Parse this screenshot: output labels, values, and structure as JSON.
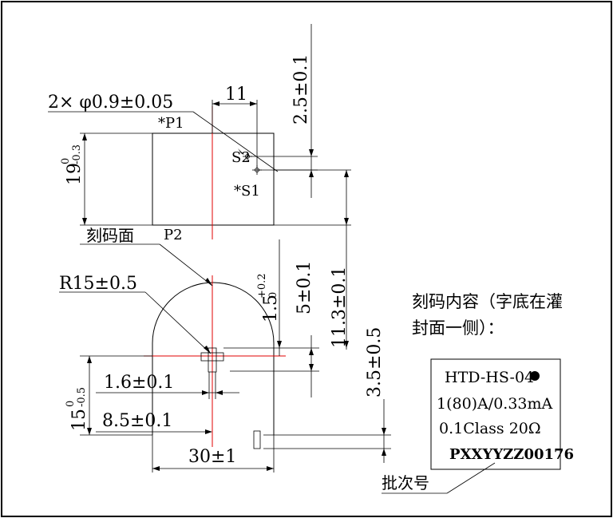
{
  "labels": {
    "pin_hole": "2× φ0.9±0.05",
    "dim_11": "11",
    "dim_25": "2.5±0.1",
    "p1": "*P1",
    "s2": "S2",
    "s1": "*S1",
    "p2": "P2",
    "dim_19_main": "19",
    "dim_19_tol_top": "0",
    "dim_19_tol_bot": "-0.3",
    "engrave_face": "刻码面",
    "r15": "R15±0.5",
    "dim_15_0_2_main": "1.5",
    "dim_15_0_2_tol_top": "+0.2",
    "dim_15_0_2_tol_bot": "0",
    "dim_5": "5±0.1",
    "dim_113": "11.3±0.1",
    "dim_35": "3.5±0.5",
    "dim_16": "1.6±0.1",
    "dim_85": "8.5±0.1",
    "dim_15_main": "15",
    "dim_15_tol_top": "0",
    "dim_15_tol_bot": "-0.5",
    "dim_30": "30±1",
    "engrave_note_line1": "刻码内容（字底在灌",
    "engrave_note_line2": "封面一侧）：",
    "batch_no": "批次号"
  },
  "label_box": {
    "line1": "HTD-HS-04",
    "line2": "1(80)A/0.33mA",
    "line3": "0.1Class 20Ω",
    "line4": "PXXYYZZ00176"
  }
}
